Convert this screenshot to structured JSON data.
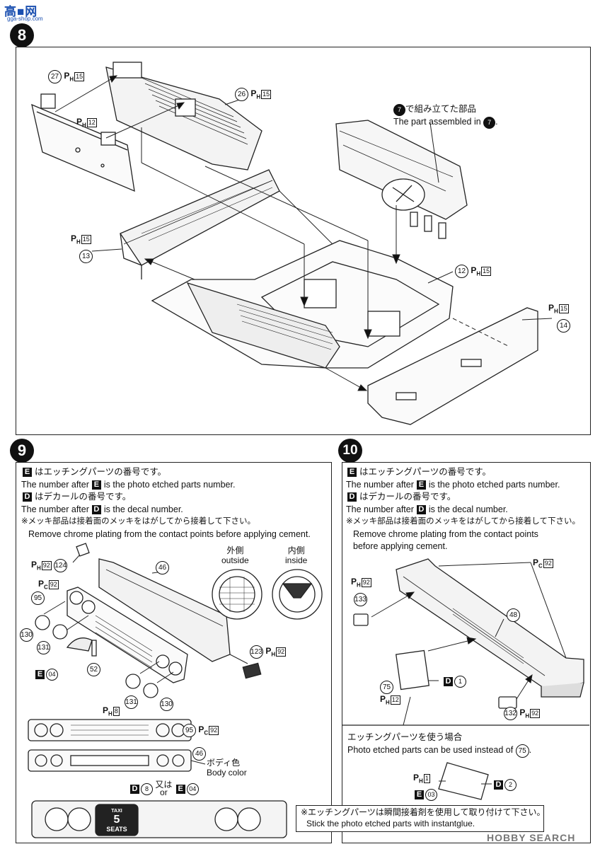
{
  "watermark": {
    "top_chars": "高■网",
    "top_url": "gga-shop.com",
    "bottom": "HOBBY SEARCH"
  },
  "steps": {
    "s8": "8",
    "s9": "9",
    "s10": "10"
  },
  "step8": {
    "assembled_jp": "で組み立てた部品",
    "assembled_en": "The part assembled in",
    "assembled_ref": "7",
    "labels": [
      {
        "n": "27",
        "code": "15"
      },
      {
        "n": "26",
        "code": "15"
      },
      {
        "n": "",
        "code": "12"
      },
      {
        "n": "13",
        "code": "15"
      },
      {
        "n": "12",
        "code": "15"
      },
      {
        "n": "14",
        "code": "15"
      }
    ]
  },
  "notes": {
    "etch_jp": "はエッチングパーツの番号です。",
    "etch_en_a": "The number after",
    "etch_en_b": "is the photo etched parts number.",
    "decal_jp": "はデカールの番号です。",
    "decal_en_a": "The number after",
    "decal_en_b": "is the decal number.",
    "chrome_jp": "※メッキ部品は接着面のメッキをはがしてから接着して下さい。",
    "chrome_en": "Remove chrome plating from the contact points before applying cement.",
    "chrome_en_1": "Remove chrome plating from the contact points",
    "chrome_en_2": "before applying cement.",
    "E": "E",
    "D": "D"
  },
  "step9": {
    "outside_jp": "外側",
    "outside_en": "outside",
    "inside_jp": "内側",
    "inside_en": "inside",
    "body_jp": "ボディ色",
    "body_en": "Body color",
    "or_jp": "又は",
    "or_en": "or",
    "seats": "SEATS",
    "taxi": "TAXI",
    "five": "5",
    "parts": {
      "p124": "124",
      "p46": "46",
      "p95": "95",
      "p130": "130",
      "p131": "131",
      "p52": "52",
      "p123": "123",
      "e04": "04",
      "d8": "8",
      "ph92": "92",
      "pc92": "92",
      "ph8": "8"
    }
  },
  "step10": {
    "parts": {
      "p133": "133",
      "p48": "48",
      "p75": "75",
      "p132": "132",
      "d1": "1",
      "d2": "2",
      "e03": "03",
      "ph1": "1",
      "ph12": "12",
      "ph92": "92",
      "pc92": "92"
    },
    "etched_jp": "エッチングパーツを使う場合",
    "etched_en": "Photo etched parts can be used instead of",
    "etched_ref": "75",
    "instant_jp": "※エッチングパーツは瞬間接着剤を使用して取り付けて下さい。",
    "instant_en": "Stick the photo etched parts with instantglue."
  }
}
